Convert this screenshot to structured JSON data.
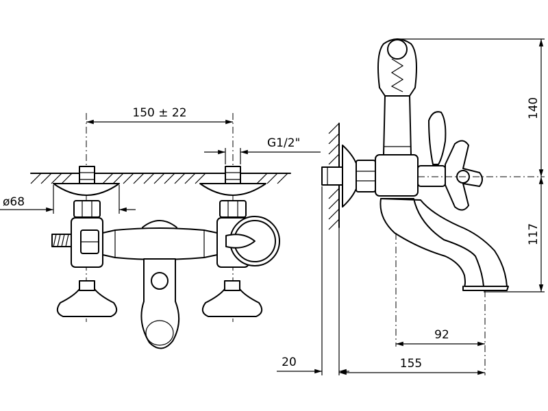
{
  "dimensions": {
    "spacing": "150 ± 22",
    "thread": "G1/2\"",
    "diameter": "ø68",
    "height_top": "140",
    "height_spout": "117",
    "wall_offset": "20",
    "spout_reach": "92",
    "depth": "155"
  }
}
